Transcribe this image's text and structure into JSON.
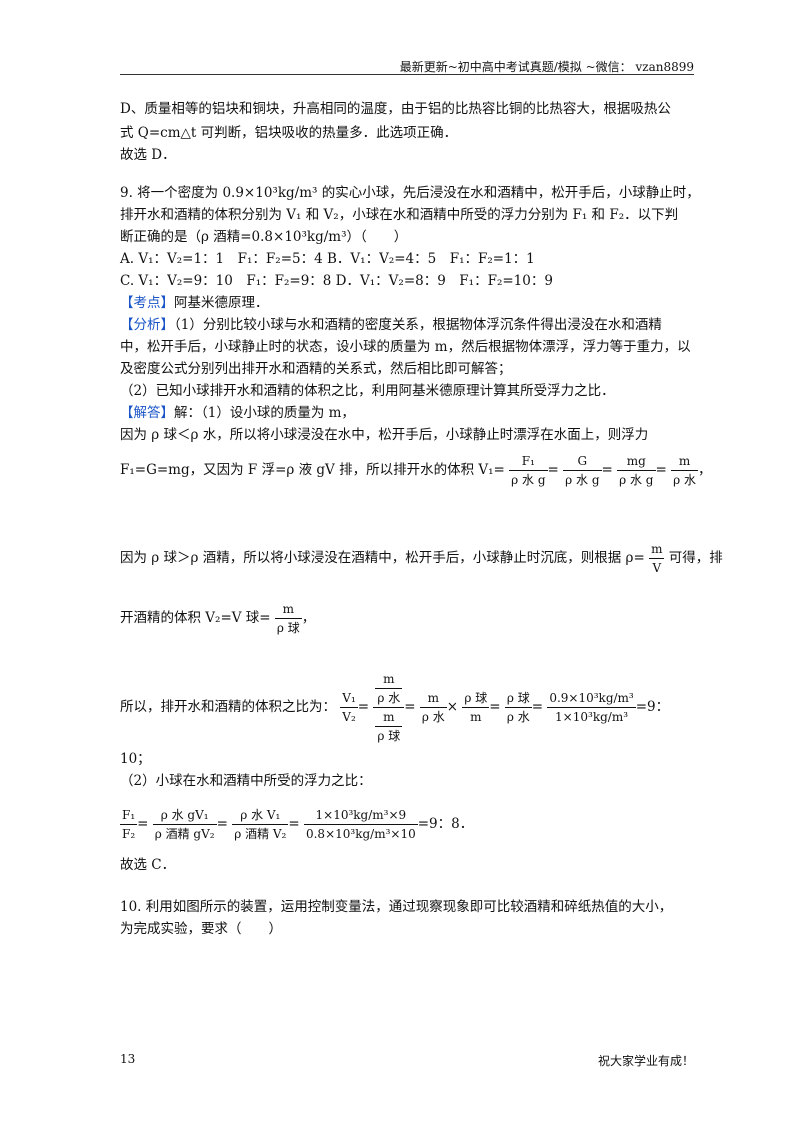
{
  "header": {
    "text": "最新更新~初中高中考试真题/模拟 ~微信： vzan8899"
  },
  "lines": {
    "d1": "D、质量相等的铝块和铜块，升高相同的温度，由于铝的比热容比铜的比热容大，根据吸热公",
    "d2": "式 Q=cm△t 可判断，铝块吸收的热量多．此选项正确．",
    "d3": "故选 D．",
    "q9a": "9. 将一个密度为 0.9×10³kg/m³ 的实心小球，先后浸没在水和酒精中，松开手后，小球静止时，",
    "q9b": "排开水和酒精的体积分别为 V₁ 和 V₂，小球在水和酒精中所受的浮力分别为 F₁ 和 F₂．以下判",
    "q9c": "断正确的是（ρ 酒精=0.8×10³kg/m³）（　　）",
    "optA": "A. V₁：V₂=1：1　F₁：F₂=5：4 B．V₁：V₂=4：5　F₁：F₂=1：1",
    "optC": "C. V₁：V₂=9：10　F₁：F₂=9：8 D．V₁：V₂=8：9　F₁：F₂=10：9",
    "kd_tag": "【考点】",
    "kd": "阿基米德原理．",
    "fx_tag": "【分析】",
    "fx1": "（1）分别比较小球与水和酒精的密度关系，根据物体浮沉条件得出浸没在水和酒精",
    "fx2": "中，松开手后，小球静止时的状态，设小球的质量为 m，然后根据物体漂浮，浮力等于重力，以",
    "fx3": "及密度公式分别列出排开水和酒精的关系式，然后相比即可解答；",
    "fx4": "（2）已知小球排开水和酒精的体积之比，利用阿基米德原理计算其所受浮力之比．",
    "jd_tag": "【解答】",
    "jd": "解：（1）设小球的质量为 m，",
    "s1": "因为 ρ 球＜ρ 水，所以将小球浸没在水中，松开手后，小球静止时漂浮在水面上，则浮力",
    "s2": "F₁=G=mg，又因为 F 浮=ρ 液 gV 排，所以排开水的体积 V₁=",
    "s3": "因为 ρ 球＞ρ 酒精，所以将小球浸没在酒精中，松开手后，小球静止时沉底，则根据 ρ=",
    "s3b": "可得，排",
    "s4": "开酒精的体积 V₂=V 球=",
    "s5": "所以，排开水和酒精的体积之比为：",
    "s6": "10；",
    "s7": "（2）小球在水和酒精中所受的浮力之比：",
    "s8": "故选 C．",
    "q10a": "10. 利用如图所示的装置，运用控制变量法，通过现察现象即可比较酒精和碎纸热值的大小，",
    "q10b": "为完成实验，要求（　　）"
  },
  "formulas": {
    "f1": [
      "F₁",
      "ρ 水 g",
      "G",
      "ρ 水 g",
      "mg",
      "ρ 水 g",
      "m",
      "ρ 水"
    ],
    "rho": [
      "m",
      "V"
    ],
    "v2": [
      "m",
      "ρ 球"
    ],
    "ratio": [
      "V₁",
      "V₂",
      "m",
      "ρ 水",
      "m",
      "ρ 水",
      "ρ 球",
      "m",
      "ρ 球",
      "ρ 水",
      "0.9×10³kg/m³",
      "1×10³kg/m³",
      "m",
      "ρ 球",
      "=9："
    ],
    "force": [
      "F₁",
      "F₂",
      "ρ 水 gV₁",
      "ρ 酒精 gV₂",
      "ρ 水 V₁",
      "ρ 酒精 V₂",
      "1×10³kg/m³×9",
      "0.8×10³kg/m³×10",
      "=9：8．"
    ]
  },
  "footer": {
    "page": "13",
    "slogan": "祝大家学业有成！"
  }
}
